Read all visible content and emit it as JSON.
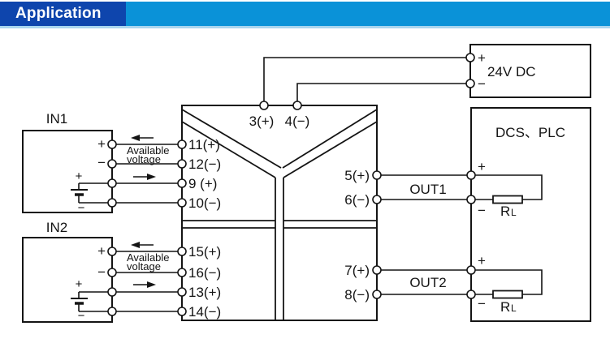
{
  "header": {
    "title": "Application"
  },
  "colors": {
    "header_dark": "#0e45ad",
    "header_light": "#0a92d8",
    "header_strip": "#a9d5ef",
    "line": "#141414"
  },
  "in1": {
    "label": "IN1",
    "plus": "+",
    "minus": "−",
    "battery_plus": "+",
    "battery_minus": "−",
    "available_line1": "Available",
    "available_line2": "voltage"
  },
  "in2": {
    "label": "IN2",
    "plus": "+",
    "minus": "−",
    "battery_plus": "+",
    "battery_minus": "−",
    "available_line1": "Available",
    "available_line2": "voltage"
  },
  "device": {
    "top": [
      "3(+)",
      "4(−)"
    ],
    "ch1_left": [
      "11(+)",
      "12(−)",
      "9 (+)",
      "10(−)"
    ],
    "ch2_left": [
      "15(+)",
      "16(−)",
      "13(+)",
      "14(−)"
    ],
    "ch1_right": [
      "5(+)",
      "6(−)"
    ],
    "ch2_right": [
      "7(+)",
      "8(−)"
    ]
  },
  "power": {
    "label": "24V DC",
    "plus": "+",
    "minus": "−"
  },
  "dcs": {
    "label": "DCS、PLC",
    "ch1_plus": "+",
    "ch1_minus": "−",
    "ch2_plus": "+",
    "ch2_minus": "−",
    "rl1_r": "R",
    "rl1_sub": "L",
    "rl2_r": "R",
    "rl2_sub": "L"
  },
  "out1": "OUT1",
  "out2": "OUT2"
}
